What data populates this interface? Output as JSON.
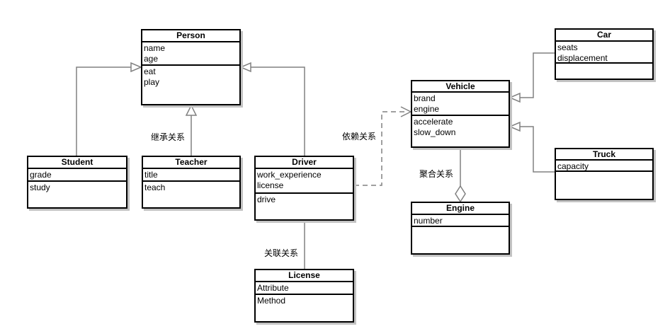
{
  "diagram": {
    "background_color": "#ffffff",
    "box_border_color": "#000000",
    "connector_color": "#808080",
    "shadow_color": "#c3c3c3"
  },
  "classes": {
    "person": {
      "name": "Person",
      "attributes": [
        "name",
        "age"
      ],
      "methods": [
        "eat",
        "play"
      ]
    },
    "student": {
      "name": "Student",
      "attributes": [
        "grade"
      ],
      "methods": [
        "study"
      ]
    },
    "teacher": {
      "name": "Teacher",
      "attributes": [
        "title"
      ],
      "methods": [
        "teach"
      ]
    },
    "driver": {
      "name": "Driver",
      "attributes": [
        "work_experience",
        "license"
      ],
      "methods": [
        "drive"
      ]
    },
    "license": {
      "name": "License",
      "attributes": [
        "Attribute"
      ],
      "methods": [
        "Method"
      ]
    },
    "vehicle": {
      "name": "Vehicle",
      "attributes": [
        "brand",
        "engine"
      ],
      "methods": [
        "accelerate",
        "slow_down"
      ]
    },
    "engine": {
      "name": "Engine",
      "attributes": [
        "number"
      ],
      "methods": []
    },
    "car": {
      "name": "Car",
      "attributes": [
        "seats",
        "displacement"
      ],
      "methods": []
    },
    "truck": {
      "name": "Truck",
      "attributes": [
        "capacity"
      ],
      "methods": []
    }
  },
  "relationship_labels": {
    "inheritance": "继承关系",
    "dependency": "依赖关系",
    "association": "关联关系",
    "aggregation": "聚合关系"
  }
}
